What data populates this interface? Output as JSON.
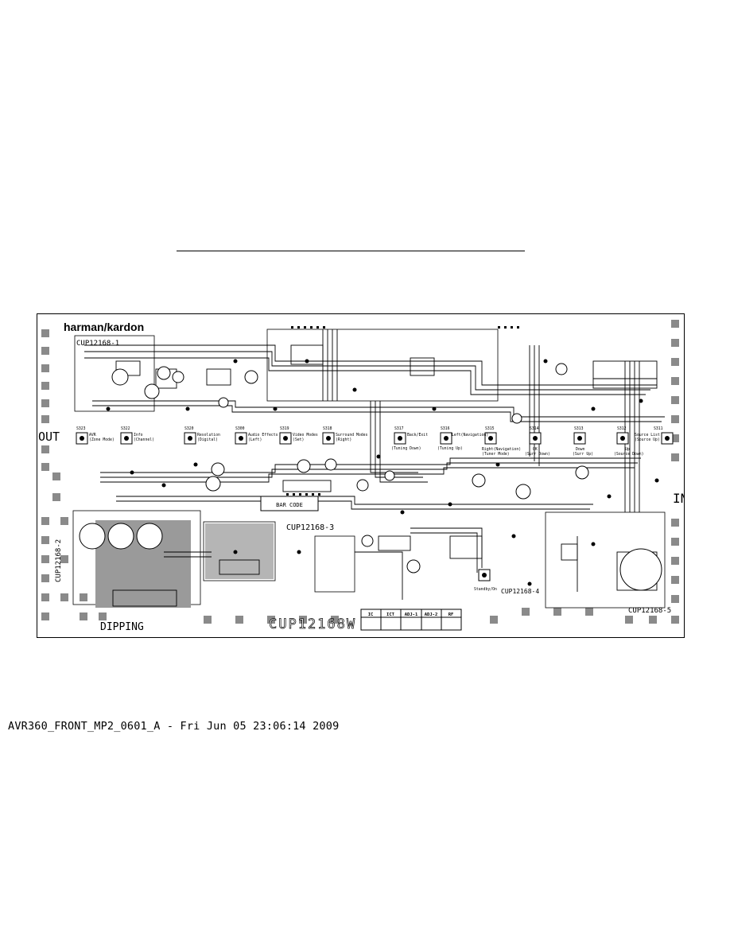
{
  "board": {
    "brand": "harman/kardon",
    "board_id": "CUP12168W",
    "sub_boards": [
      "CUP12168-1",
      "CUP12168-2",
      "CUP12168-3",
      "CUP12168-4",
      "CUP12168-5"
    ],
    "side_labels": {
      "out": "OUT",
      "in": "IN",
      "dipping": "DIPPING"
    },
    "barcode_label": "BAR CODE",
    "inspection_table": [
      "IC",
      "ICT",
      "ADJ-1",
      "ADJ-2",
      "RF"
    ],
    "switches": [
      {
        "ref": "S323",
        "label": "AVR",
        "sub": "(Zone Mode)"
      },
      {
        "ref": "S322",
        "label": "Info",
        "sub": "(Channel)"
      },
      {
        "ref": "S320",
        "label": "Resolution",
        "sub": "(Digital)"
      },
      {
        "ref": "S300",
        "label": "Audio Effects",
        "sub": "(Left)"
      },
      {
        "ref": "S319",
        "label": "Video Modes",
        "sub": "(Set)"
      },
      {
        "ref": "S318",
        "label": "Surround Modes",
        "sub": "(Right)"
      },
      {
        "ref": "S317",
        "label": "Back/Exit",
        "sub": "(Tuning Down)"
      },
      {
        "ref": "S316",
        "label": "Left(Navigation)",
        "sub": "(Tuning Up)"
      },
      {
        "ref": "S315",
        "label": "Right(Navigation)",
        "sub": "(Tuner Mode)"
      },
      {
        "ref": "S314",
        "label": "OK",
        "sub": "(Surr Down)"
      },
      {
        "ref": "S313",
        "label": "Down",
        "sub": "(Surr Up)"
      },
      {
        "ref": "S312",
        "label": "Up",
        "sub": "(Source Down)"
      },
      {
        "ref": "S311",
        "label": "Source List",
        "sub": "(Source Up)"
      }
    ],
    "standby_label": "Standby/On"
  },
  "footer": {
    "file": "AVR360_FRONT_MP2_0601_A",
    "timestamp": "Fri Jun 05 23:06:14 2009"
  }
}
